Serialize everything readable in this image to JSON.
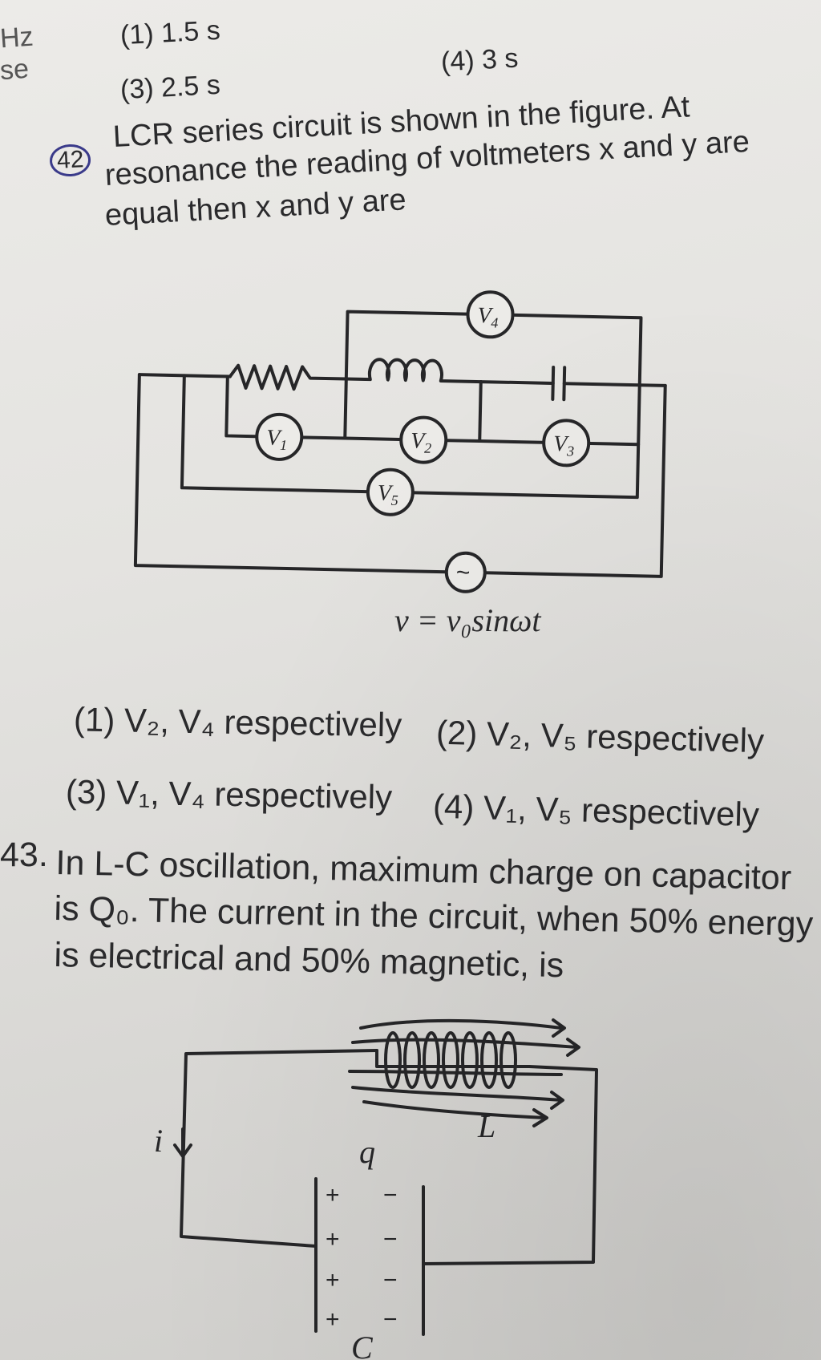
{
  "top_fragment": {
    "left_edge_line1": "Hz",
    "left_edge_line2": "se",
    "opt1": "(1) 1.5 s",
    "opt3": "(3) 2.5 s",
    "opt4": "(4) 3 s"
  },
  "q42": {
    "number": "42",
    "line1": "LCR series circuit is shown in the figure. At",
    "line2": "resonance the reading of voltmeters x and y are",
    "line3": "equal then x and y are",
    "formula": "v = v₀sinωt",
    "options": [
      "(1) V₂, V₄ respectively",
      "(2) V₂, V₅ respectively",
      "(3) V₁, V₄ respectively",
      "(4) V₁, V₅ respectively"
    ],
    "meters": {
      "v1": {
        "letter": "V",
        "sub": "1"
      },
      "v2": {
        "letter": "V",
        "sub": "2"
      },
      "v3": {
        "letter": "V",
        "sub": "3"
      },
      "v4": {
        "letter": "V",
        "sub": "4"
      },
      "v5": {
        "letter": "V",
        "sub": "5"
      },
      "source": "~"
    }
  },
  "q43": {
    "number": "43.",
    "line1": "In L-C oscillation, maximum charge on capacitor",
    "line2": "is Q₀. The current in the circuit, when 50% energy",
    "line3": "is electrical and 50% magnetic, is",
    "labels": {
      "current": "i",
      "charge": "q",
      "inductor": "L",
      "capacitor": "C"
    }
  }
}
